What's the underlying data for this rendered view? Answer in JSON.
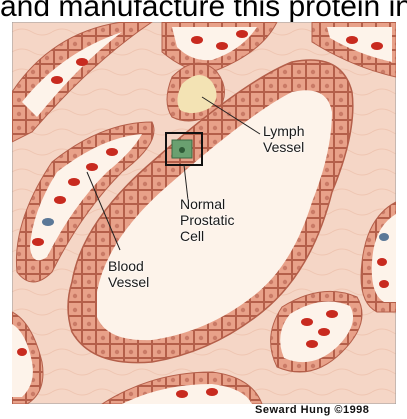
{
  "caption": {
    "top_text": "and manufacture this protein in"
  },
  "labels": {
    "lymph_vessel_line1": "Lymph",
    "lymph_vessel_line2": "Vessel",
    "prostatic_cell_line1": "Normal",
    "prostatic_cell_line2": "Prostatic",
    "prostatic_cell_line3": "Cell",
    "blood_vessel_line1": "Blood",
    "blood_vessel_line2": "Vessel"
  },
  "credit": "Seward Hung ©1998",
  "colors": {
    "tissue": "#f5d6c6",
    "tissue_fiber": "#f0c7b4",
    "epithelium": "#e8a189",
    "cell_outline": "#b45f4a",
    "nucleus": "#c97a66",
    "lumen": "#fdf3ea",
    "red_blood_cell": "#c82a1f",
    "white_blood_cell": "#5b7897",
    "lymph_fluid": "#f3e3b4",
    "highlight_cell": "#6aa070"
  }
}
